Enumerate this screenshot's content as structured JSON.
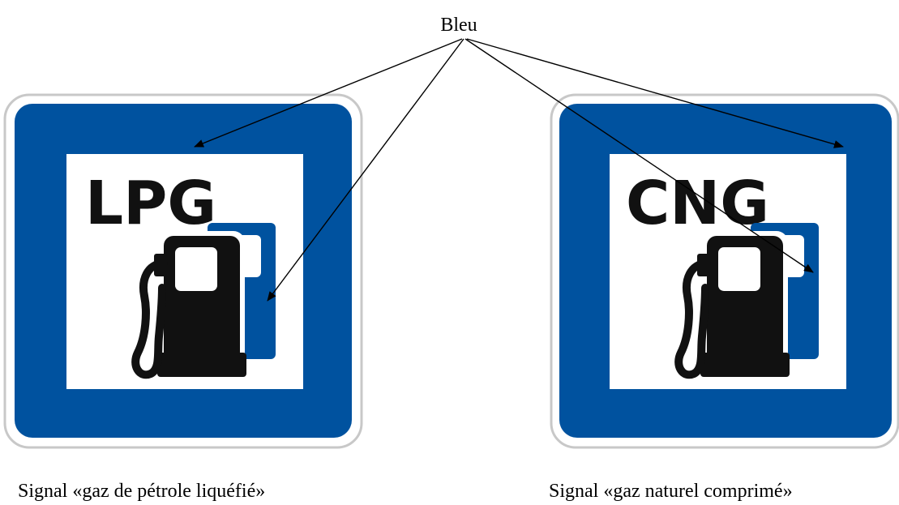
{
  "callout": {
    "label": "Bleu"
  },
  "signs": [
    {
      "code": "LPG",
      "caption": "Signal «gaz de pétrole liquéfié»"
    },
    {
      "code": "CNG",
      "caption": "Signal «gaz naturel comprimé»"
    }
  ],
  "colors": {
    "sign_blue": "#00529F",
    "pump_black": "#111111",
    "border_grey": "#c8c8c8",
    "background": "#ffffff"
  }
}
